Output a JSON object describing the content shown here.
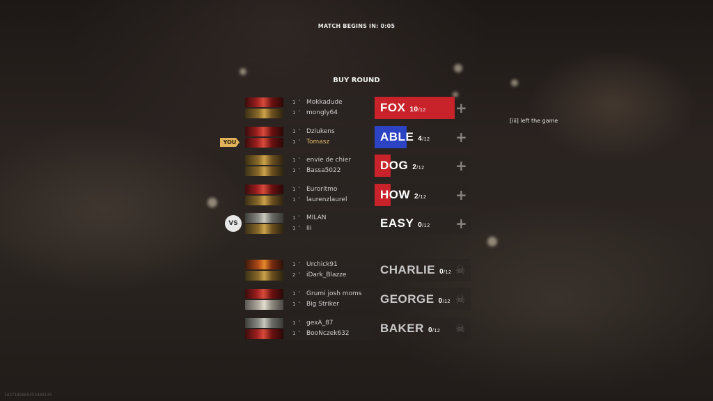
{
  "timer": "MATCH BEGINS IN: 0:05",
  "phase": "BUY ROUND",
  "notice": "[iii] left the game",
  "you_tag": "YOU",
  "vs_badge": "VS",
  "build_id": "1427185865453489139",
  "teams": [
    {
      "name": "FOX",
      "count": "10",
      "max": "/12",
      "fill_fraction": 0.83,
      "fill_color": "#c8222a",
      "status": "active",
      "players": [
        {
          "level": "1",
          "name": "Mokkadude",
          "avatar": "red-hunter"
        },
        {
          "level": "1",
          "name": "mongly64",
          "avatar": "gold-hunter"
        }
      ]
    },
    {
      "name": "ABLE",
      "count": "4",
      "max": "/12",
      "fill_fraction": 0.33,
      "fill_color": "#2c43c4",
      "status": "active",
      "players": [
        {
          "level": "1",
          "name": "Dziukens",
          "avatar": "red-hunter"
        },
        {
          "level": "1",
          "name": "Tomasz",
          "avatar": "red-hunter",
          "is_you": true
        }
      ]
    },
    {
      "name": "DOG",
      "count": "2",
      "max": "/12",
      "fill_fraction": 0.17,
      "fill_color": "#c8222a",
      "status": "active",
      "players": [
        {
          "level": "1",
          "name": "envie de chier",
          "avatar": "gold-hunter"
        },
        {
          "level": "1",
          "name": "Bassa5022",
          "avatar": "gold-hunter"
        }
      ]
    },
    {
      "name": "HOW",
      "count": "2",
      "max": "/12",
      "fill_fraction": 0.17,
      "fill_color": "#c8222a",
      "status": "active",
      "players": [
        {
          "level": "1",
          "name": "Euroritmo",
          "avatar": "red-hunter"
        },
        {
          "level": "1",
          "name": "laurenzlaurel",
          "avatar": "gold-hunter"
        }
      ]
    },
    {
      "name": "EASY",
      "count": "0",
      "max": "/12",
      "fill_fraction": 0,
      "fill_color": "#c8222a",
      "status": "active",
      "players": [
        {
          "level": "1",
          "name": "MILAN",
          "avatar": "grey-hunter"
        },
        {
          "level": "1",
          "name": "iii",
          "avatar": "gold-hunter"
        }
      ]
    },
    {
      "name": "CHARLIE",
      "count": "0",
      "max": "/12",
      "fill_fraction": 0,
      "fill_color": "#c8222a",
      "status": "eliminated",
      "players": [
        {
          "level": "1",
          "name": "Urchick91",
          "avatar": "fire-hunter"
        },
        {
          "level": "2",
          "name": "iDark_Blazze",
          "avatar": "gold-hunter"
        }
      ]
    },
    {
      "name": "GEORGE",
      "count": "0",
      "max": "/12",
      "fill_fraction": 0,
      "fill_color": "#c8222a",
      "status": "eliminated",
      "players": [
        {
          "level": "1",
          "name": "Grumi josh moms",
          "avatar": "red-hunter"
        },
        {
          "level": "1",
          "name": "Big Striker",
          "avatar": "snow-hunter"
        }
      ]
    },
    {
      "name": "BAKER",
      "count": "0",
      "max": "/12",
      "fill_fraction": 0,
      "fill_color": "#c8222a",
      "status": "eliminated",
      "players": [
        {
          "level": "1",
          "name": "gexA_87",
          "avatar": "grey-hunter"
        },
        {
          "level": "1",
          "name": "BooNczek632",
          "avatar": "red-hunter"
        }
      ]
    }
  ],
  "icons": {
    "rank": "chevron-up-icon",
    "join": "plus-icon",
    "eliminated": "skull-icon"
  }
}
